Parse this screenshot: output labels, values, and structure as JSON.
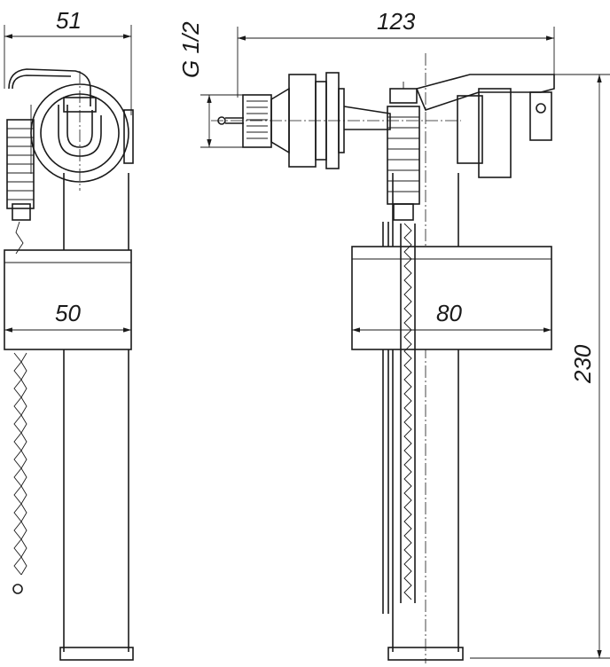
{
  "dimensions": {
    "side_width": "51",
    "float_width_side": "50",
    "overall_length": "123",
    "float_width_front": "80",
    "height": "230",
    "thread": "G 1/2"
  }
}
